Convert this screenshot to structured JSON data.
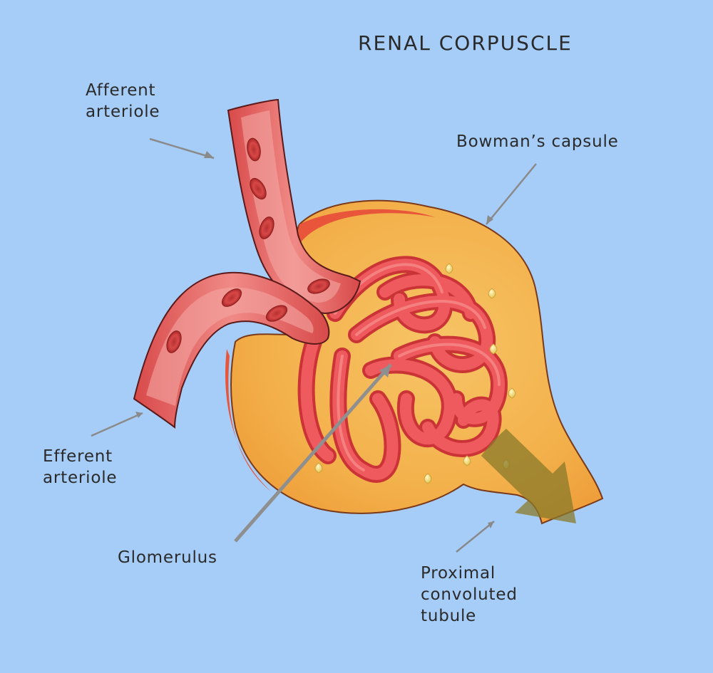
{
  "title": "RENAL CORPUSCLE",
  "labels": {
    "afferent_line1": "Afferent",
    "afferent_line2": "arteriole",
    "bowmans": "Bowman’s capsule",
    "efferent_line1": "Efferent",
    "efferent_line2": "arteriole",
    "glomerulus": "Glomerulus",
    "pct_line1": "Proximal",
    "pct_line2": "convoluted",
    "pct_line3": "tubule"
  },
  "colors": {
    "background": "#a6cdf8",
    "capsule": "#f5b44a",
    "capsule_edge": "#e8553a",
    "vessel": "#e65a5a",
    "glomerulus": "#e8454a",
    "flow_arrow": "#8a7a2a"
  }
}
